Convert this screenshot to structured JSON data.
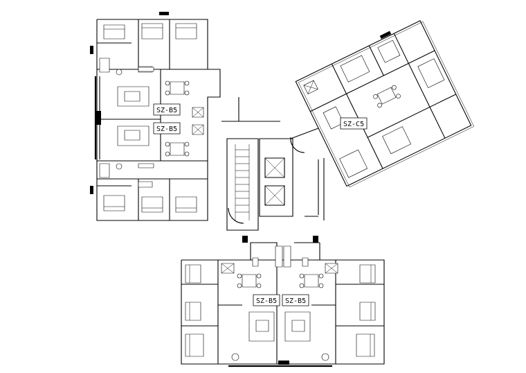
{
  "units": {
    "top_left_upper": "SZ-B5",
    "top_left_lower": "SZ-B5",
    "right": "SZ-C5",
    "bottom_left": "SZ-B5",
    "bottom_right": "SZ-B5"
  }
}
